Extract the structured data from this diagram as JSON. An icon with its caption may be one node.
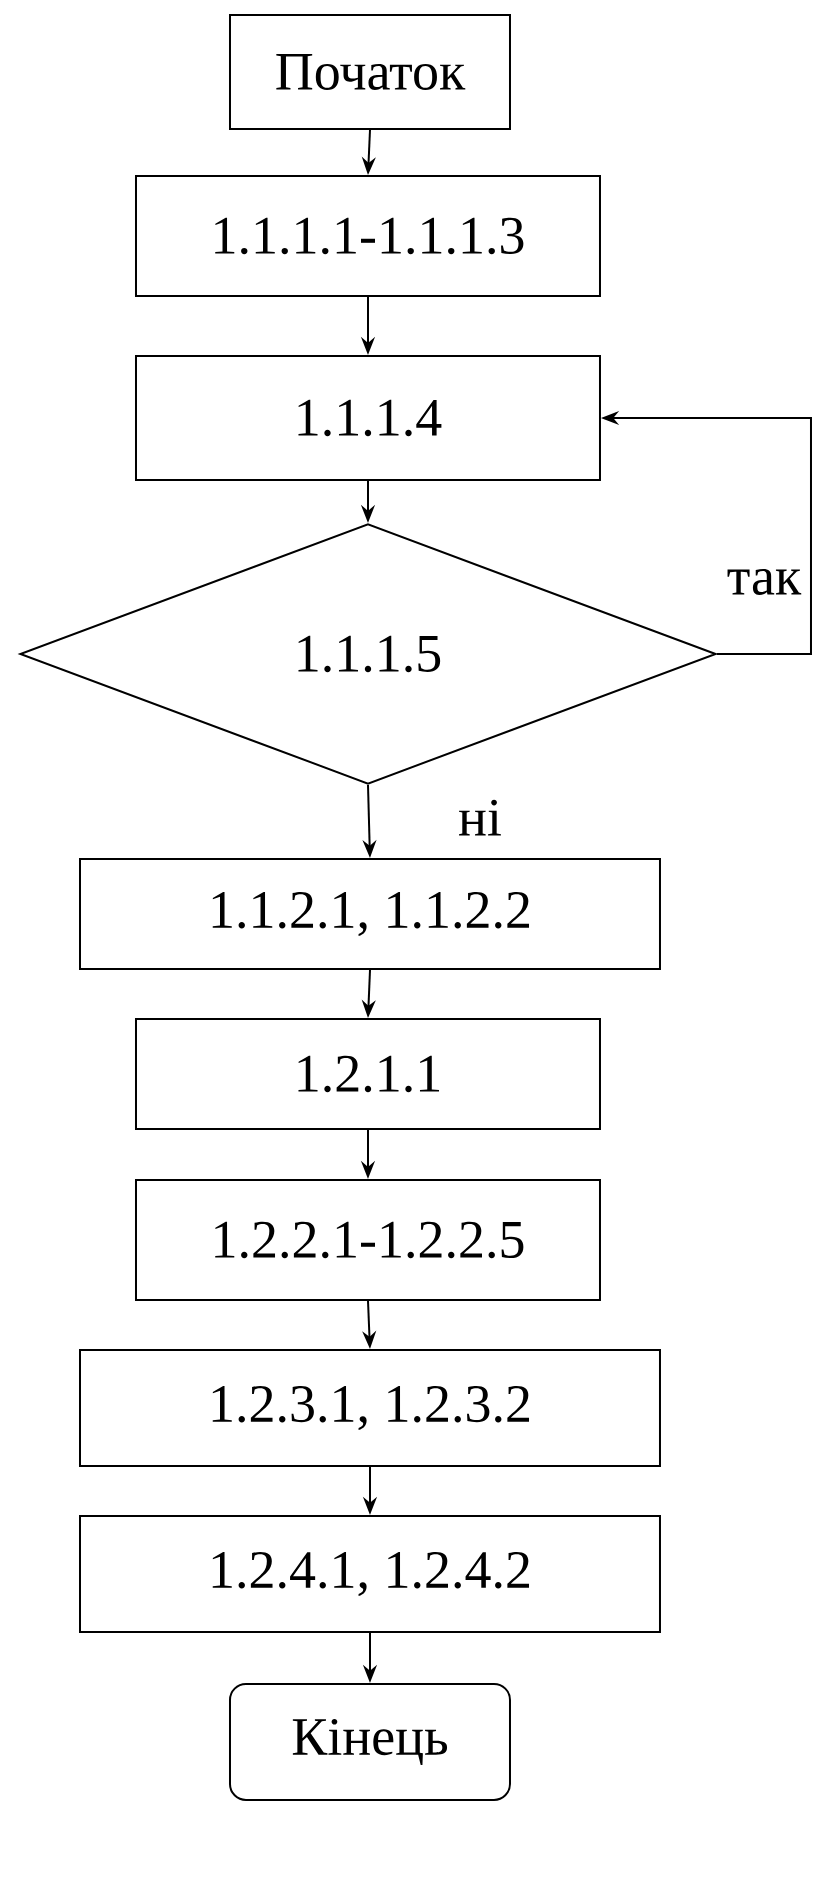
{
  "diagram": {
    "nodes": [
      {
        "text": [
          "Початок"
        ]
      },
      {
        "text": [
          "1.1.1.1-1.1.1.3"
        ]
      },
      {
        "text": [
          "1.1.1.4"
        ]
      },
      {
        "text": [
          "1.1.1.5"
        ]
      },
      {
        "text": [
          "1.1.2.1, 1.1.2.2"
        ]
      },
      {
        "text": [
          "1.2.1.1"
        ]
      },
      {
        "text": [
          "1.2.2.1-1.2.2.5"
        ]
      },
      {
        "text": [
          "1.2.3.1, 1.2.3.2"
        ]
      },
      {
        "text": [
          "1.2.4.1, 1.2.4.2"
        ]
      },
      {
        "text": [
          "Кінець"
        ]
      }
    ],
    "edges": [
      {
        "from": 0,
        "to": 1,
        "arrow": "to"
      },
      {
        "from": 1,
        "to": 2,
        "arrow": "to"
      },
      {
        "from": 2,
        "to": 3,
        "arrow": "to"
      },
      {
        "from": 3,
        "to": 4,
        "arrow": "to",
        "label": "ні"
      },
      {
        "from": 3,
        "to": 2,
        "arrow": "to",
        "label": "так"
      },
      {
        "from": 4,
        "to": 5,
        "arrow": "to"
      },
      {
        "from": 5,
        "to": 6,
        "arrow": "to"
      },
      {
        "from": 6,
        "to": 7,
        "arrow": "to"
      },
      {
        "from": 7,
        "to": 8,
        "arrow": "to"
      },
      {
        "from": 8,
        "to": 9,
        "arrow": "to"
      }
    ]
  }
}
